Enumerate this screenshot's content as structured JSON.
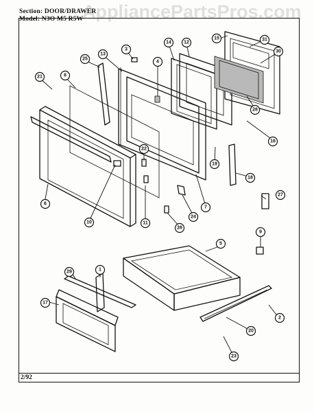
{
  "header": {
    "section_line": "Section: DOOR/DRAWER",
    "model_line": "Model: N3O M5 R5W"
  },
  "watermark": "AppliancePartsPros.com",
  "footer": {
    "date": "2/92"
  },
  "callouts": [
    "3",
    "13",
    "25",
    "21",
    "8",
    "14",
    "12",
    "15",
    "31",
    "30",
    "4",
    "28",
    "16",
    "22",
    "19",
    "18",
    "6",
    "10",
    "11",
    "26",
    "24",
    "7",
    "27",
    "5",
    "9",
    "29",
    "1",
    "17",
    "2",
    "20",
    "23"
  ]
}
